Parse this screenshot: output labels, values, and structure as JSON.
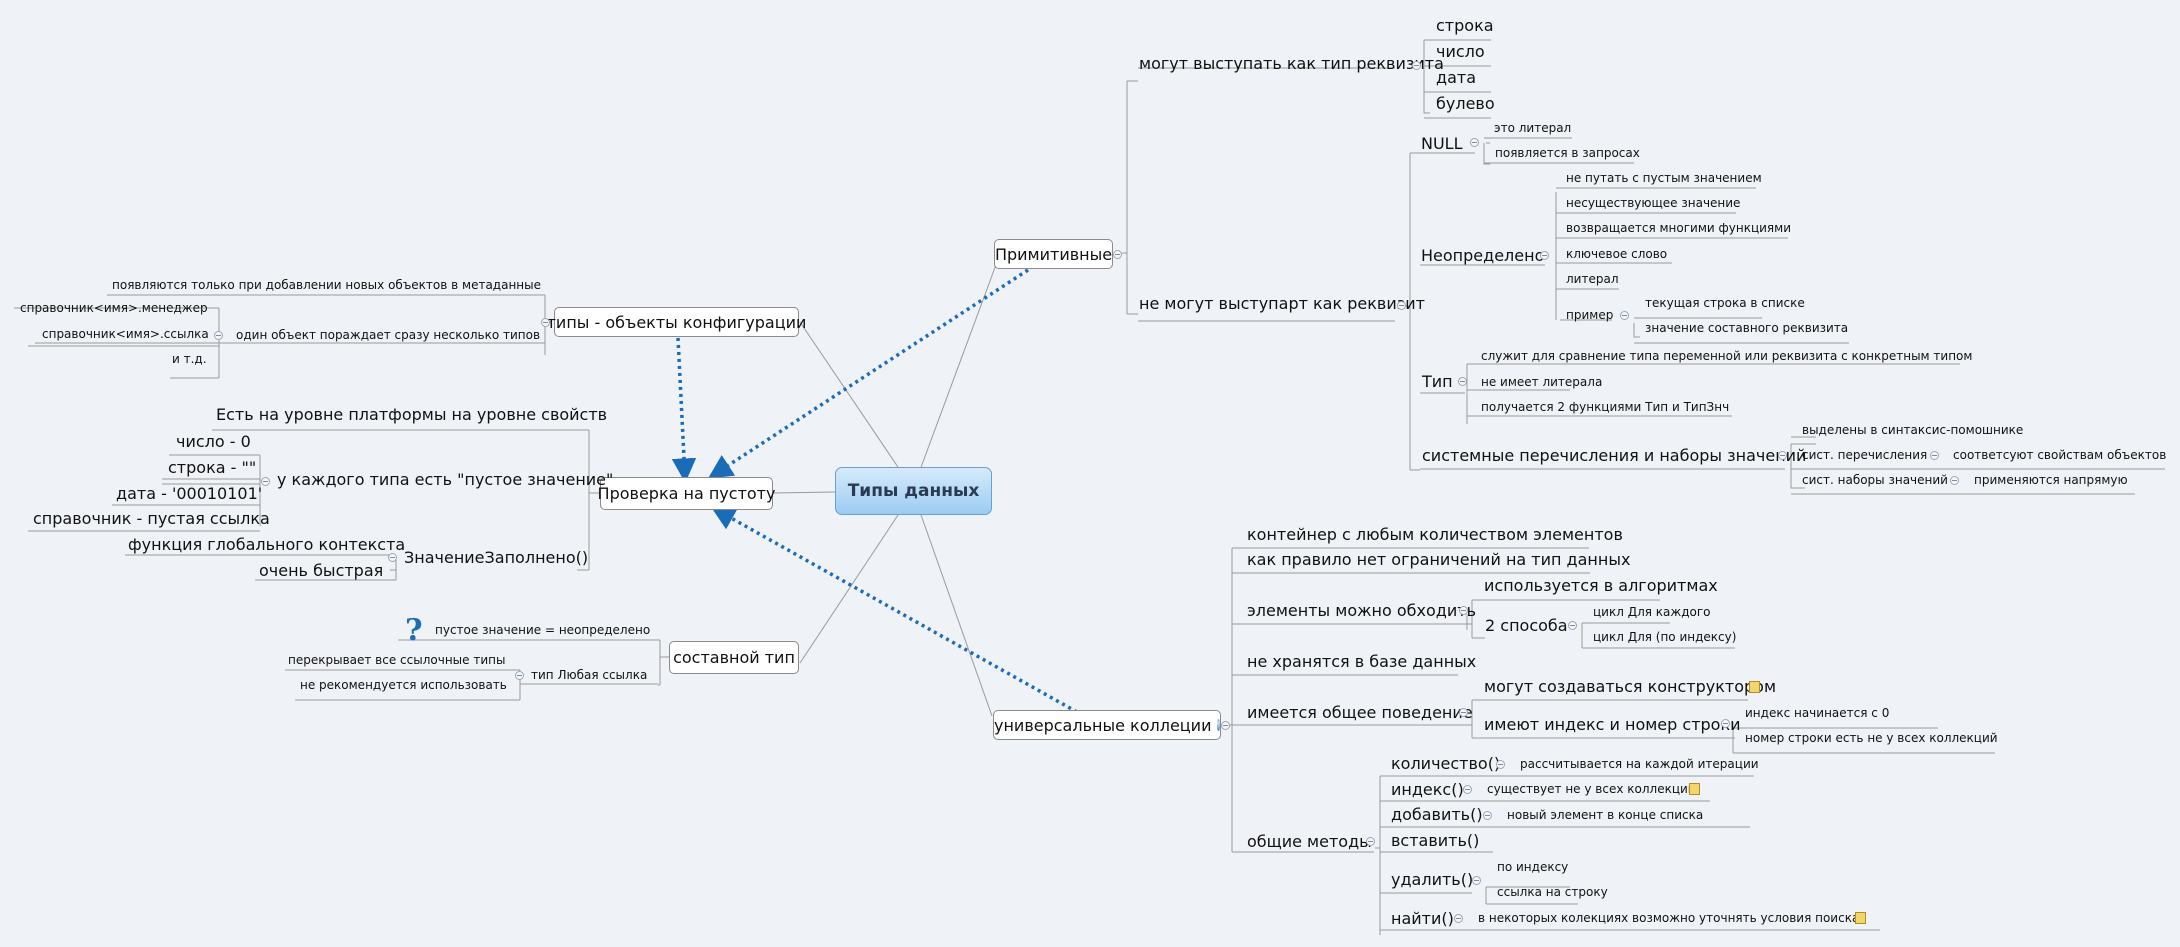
{
  "root": "Типы данных",
  "primitive": {
    "label": "Примитивные",
    "can_be": "могут выступать как тип реквизита",
    "can_be_items": [
      "строка",
      "число",
      "дата",
      "булево"
    ],
    "cannot_be": "не могут выступарт как реквизит",
    "null": {
      "label": "NULL",
      "items": [
        "это литерал",
        "появляется в запросах"
      ]
    },
    "undefined": {
      "label": "Неопределено",
      "items": [
        "не путать с пустым значением",
        "несуществующее значение",
        "возвращается многими функциями",
        "ключевое слово",
        "литерал"
      ],
      "example": "пример",
      "example_items": [
        "текущая строка в списке",
        "значение составного реквизита"
      ]
    },
    "type": {
      "label": "Тип",
      "items": [
        "служит для сравнение типа переменной или реквизита с конкретным типом",
        "не имеет литерала",
        "получается 2 функциями Тип и ТипЗнч"
      ]
    },
    "system": {
      "label": "системные перечисления и наборы значений",
      "items": [
        "выделены в синтаксис-помошнике",
        "сист. перечисления",
        "сист. наборы значений"
      ],
      "enum_child": "соответсуют свойствам объектов",
      "sets_child": "применяются напрямую"
    }
  },
  "collections": {
    "label": "универсальные коллеции",
    "items": [
      "контейнер с любым количеством элементов",
      "как правило нет ограничений на тип данных"
    ],
    "traverse": "элементы можно обходить",
    "traverse_used": "используется в алгоритмах",
    "ways": "2 способа",
    "ways_items": [
      "цикл Для каждого",
      "цикл Для (по индексу)"
    ],
    "not_stored": "не хранятся в базе данных",
    "common_behavior": "имеется общее поведение",
    "constructor": "могут создаваться конструктором",
    "index_row": "имеют индекс и номер строки",
    "index_row_items": [
      "индекс начинается с 0",
      "номер строки есть не у всех коллекций"
    ],
    "methods": "общие методы",
    "m_count": "количество()",
    "m_count_child": "рассчитывается на каждой итерации",
    "m_index": "индекс()",
    "m_index_child": "существует не у всех коллекций",
    "m_add": "добавить()",
    "m_add_child": "новый элемент в конце списка",
    "m_insert": "вставить()",
    "m_delete": "удалить()",
    "m_delete_items": [
      "по индексу",
      "ссылка на строку"
    ],
    "m_find": "найти()",
    "m_find_child": "в некоторых колекциях возможно уточнять условия поиска"
  },
  "config_types": {
    "label": "типы - объекты конфигурации",
    "appear": "появляются только при добавлении новых объектов в метаданные",
    "one_object": "один объект пораждает сразу несколько типов",
    "one_object_items": [
      "справочник<имя>.менеджер",
      "справочник<имя>.ссылка",
      "и т.д."
    ]
  },
  "empty_check": {
    "label": "Проверка на пустоту",
    "platform": "Есть на уровне платформы на уровне свойств",
    "each_type": "у каждого типа есть \"пустое значение\"",
    "each_type_items": [
      "число - 0",
      "строка - \"\"",
      "дата - '00010101'",
      "справочник - пустая ссылка"
    ],
    "filled": "ЗначениеЗаполнено()",
    "filled_items": [
      "функция глобального контекста",
      "очень быстрая"
    ]
  },
  "composite": {
    "label": "составной тип",
    "empty_eq": "пустое значение = неопределено",
    "any_ref": "тип Любая ссылка",
    "any_ref_items": [
      "перекрывает все ссылочные типы",
      "не рекомендуется использовать"
    ]
  },
  "colors": {
    "line": "#9a9a9a",
    "relation": "#1a6bb8",
    "root_fill": "#9ccbf2"
  }
}
